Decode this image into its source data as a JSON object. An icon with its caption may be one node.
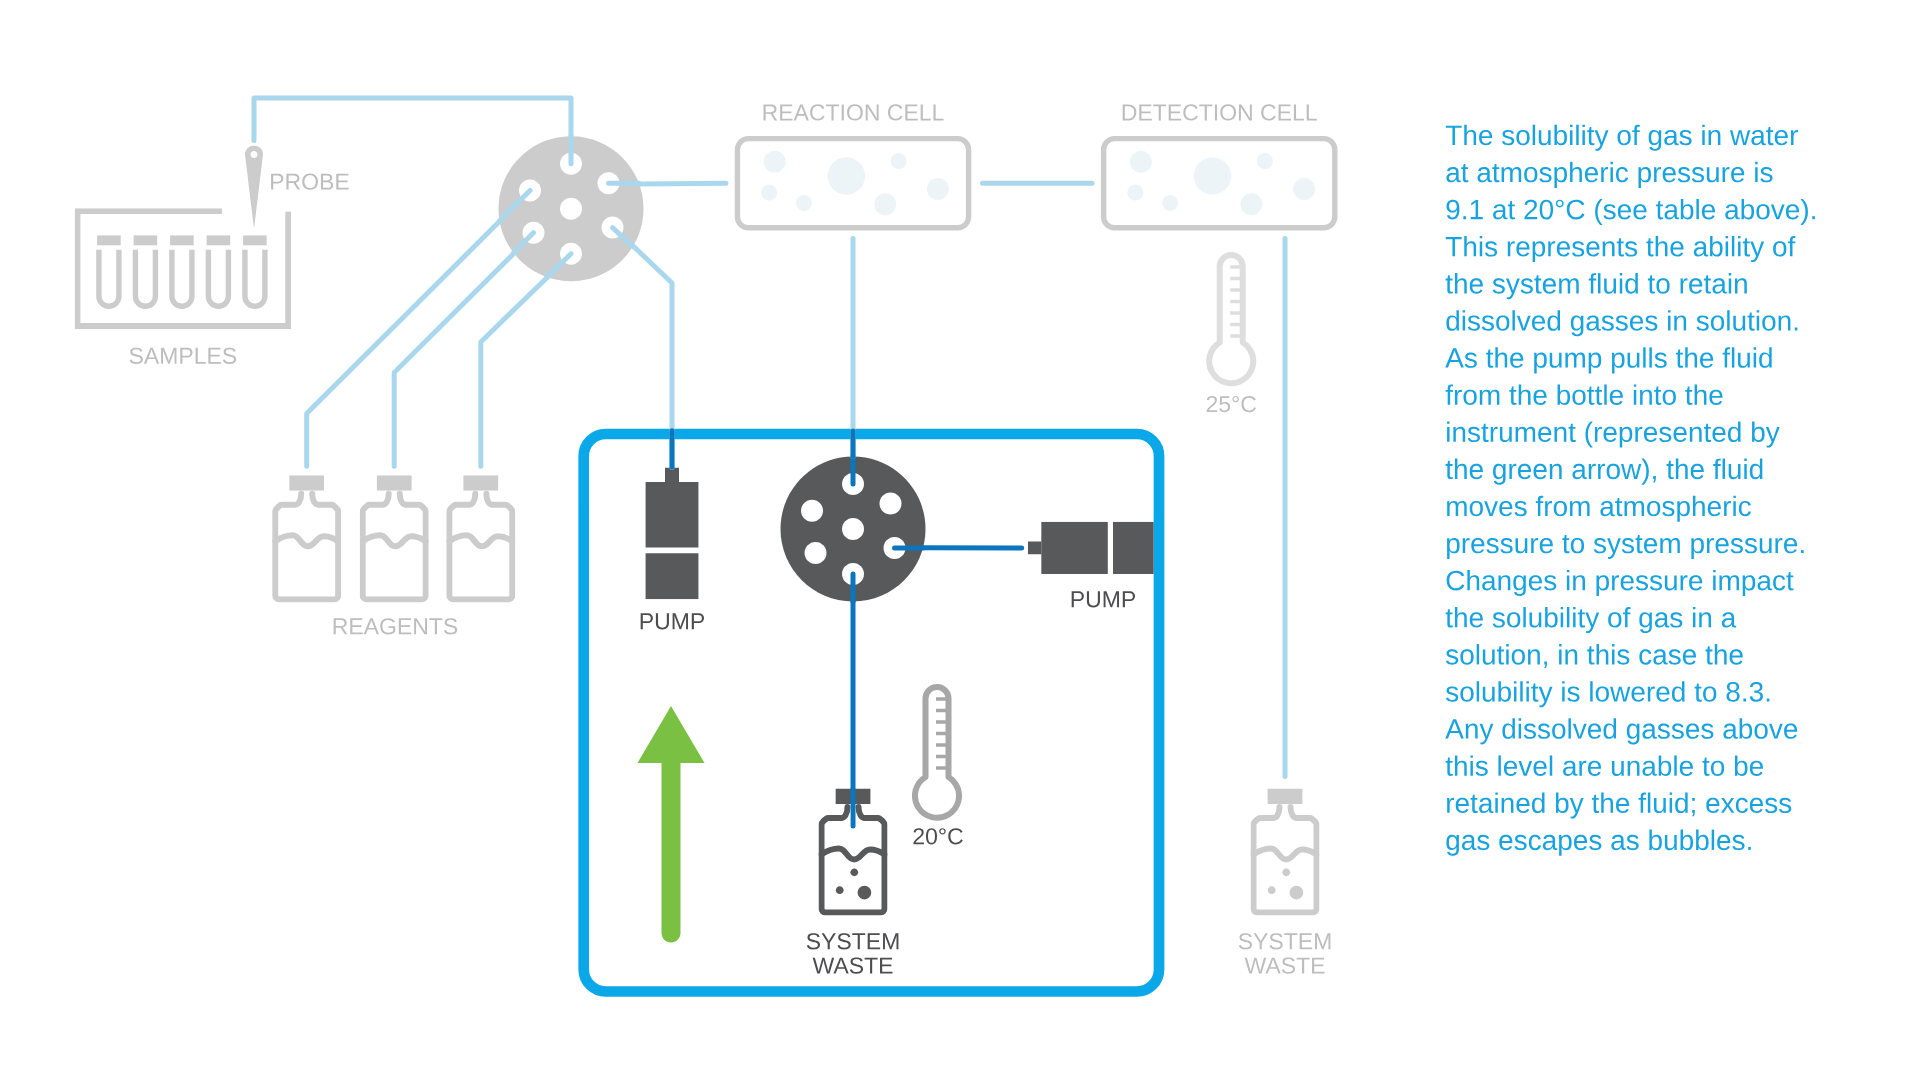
{
  "diagram": {
    "nodes": [
      {
        "text": [
          "SAMPLES"
        ]
      },
      {
        "text": [
          "PROBE"
        ]
      },
      {
        "text": [],
        "shape": "circle"
      },
      {
        "text": [
          "REACTION CELL"
        ]
      },
      {
        "text": [
          "DETECTION CELL"
        ]
      },
      {
        "text": [],
        "shape": "bottle"
      },
      {
        "text": [],
        "shape": "bottle"
      },
      {
        "text": [],
        "shape": "bottle"
      },
      {
        "text": [],
        "shape": "box"
      },
      {
        "text": [
          "PUMP"
        ],
        "in": 8
      },
      {
        "text": [],
        "shape": "circle",
        "in": 8
      },
      {
        "text": [
          "PUMP"
        ],
        "in": 8
      },
      {
        "text": [
          "SYSTEM WASTE"
        ],
        "in": 8
      },
      {
        "text": [
          "SYSTEM WASTE"
        ]
      }
    ],
    "edges": [
      {
        "from": 1,
        "to": 2,
        "arrow": "none"
      },
      {
        "from": 2,
        "to": 3,
        "arrow": "none"
      },
      {
        "from": 3,
        "to": 4,
        "arrow": "none"
      },
      {
        "from": 5,
        "to": 2,
        "arrow": "none"
      },
      {
        "from": 6,
        "to": 2,
        "arrow": "none"
      },
      {
        "from": 7,
        "to": 2,
        "arrow": "none"
      },
      {
        "from": 2,
        "to": 9,
        "arrow": "none"
      },
      {
        "from": 3,
        "to": 10,
        "arrow": "none"
      },
      {
        "from": 10,
        "to": 11,
        "arrow": "none",
        "color": "#0b75bd"
      },
      {
        "from": 10,
        "to": 12,
        "arrow": "none",
        "color": "#0b75bd"
      },
      {
        "from": 4,
        "to": 13,
        "arrow": "none"
      }
    ],
    "labels": [
      "25°C",
      "REAGENTS",
      "20°C",
      "The solubility of gas in water at atmospheric pressure is 9.1 at 20°C (see table above). This represents the ability of the system fluid to retain dissolved gasses in solution. As the pump pulls the fluid from the bottle into the instrument (represented by the green arrow), the fluid moves from atmospheric pressure to system pressure. Changes in pressure impact the solubility of gas in a solution, in this case the solubility is lowered to 8.3. Any dissolved gasses above this level are unable to be retained by the fluid; excess gas escapes as bubbles."
    ]
  }
}
